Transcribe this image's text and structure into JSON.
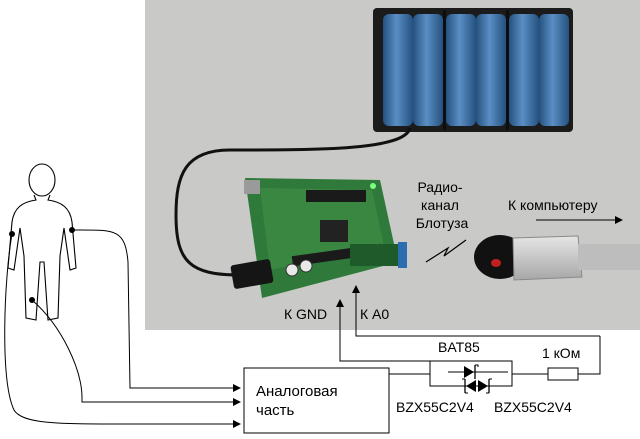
{
  "labels": {
    "radio": [
      "Радио-",
      "канал",
      "Блотуза"
    ],
    "to_computer": "К компьютеру",
    "k_gnd": "К GND",
    "k_a0": "К А0",
    "bat85": "BAT85",
    "resistor": "1 кОм",
    "analog_block": [
      "Аналоговая",
      "часть"
    ],
    "zener_1": "BZX55C2V4",
    "zener_2": "BZX55C2V4"
  },
  "colors": {
    "photo_bg": "#c9c9c7",
    "board": "#2f7a3a",
    "battery": "#3b6fa8",
    "line": "#000000"
  },
  "icons": [
    "human-figure",
    "arduino-board",
    "battery-pack",
    "bluetooth-module",
    "usb-plug",
    "lightning-icon",
    "diode-icon",
    "zener-diode-icon",
    "resistor-icon"
  ]
}
